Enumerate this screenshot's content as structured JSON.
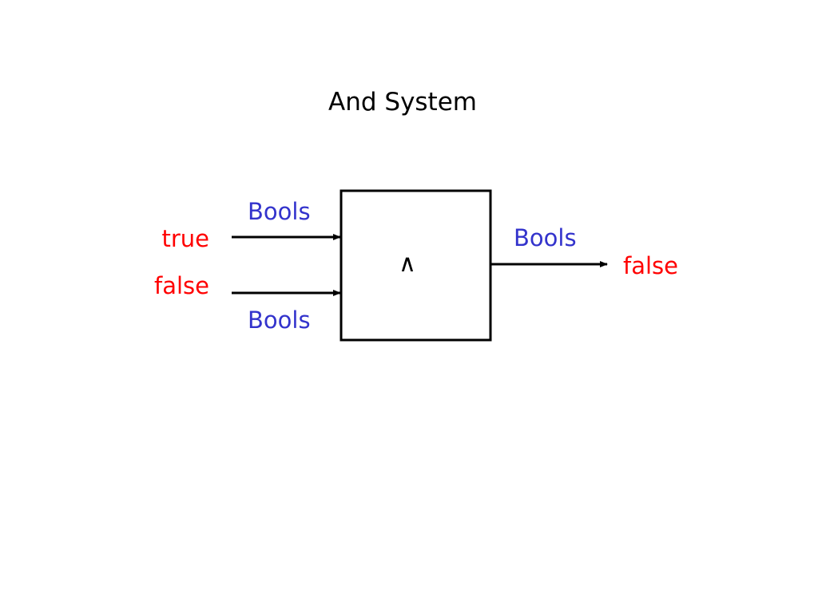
{
  "title": "And System",
  "system": {
    "operator_symbol": "∧"
  },
  "inputs": [
    {
      "value": "true",
      "type": "Bools"
    },
    {
      "value": "false",
      "type": "Bools"
    }
  ],
  "output": {
    "value": "false",
    "type": "Bools"
  },
  "colors": {
    "value": "#ff0000",
    "type": "#3333cc",
    "line": "#000000"
  }
}
